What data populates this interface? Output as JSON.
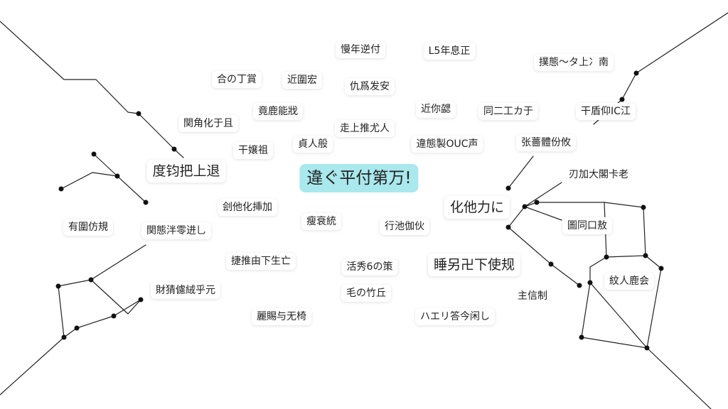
{
  "colors": {
    "background": "#ffffff",
    "line": "#222222",
    "node": "#111111",
    "center_fill": "#a9e8ec"
  },
  "center": {
    "label": "違ぐ平付第万!"
  },
  "labels": [
    {
      "id": "l1",
      "text": "慢年逆付"
    },
    {
      "id": "l2",
      "text": "L5年息正"
    },
    {
      "id": "l3",
      "text": "撲態～タ上冫南"
    },
    {
      "id": "l4",
      "text": "合の丁賞"
    },
    {
      "id": "l5",
      "text": "近圍宏"
    },
    {
      "id": "l6",
      "text": "仇爲发安"
    },
    {
      "id": "l7",
      "text": "竟鹿能戕"
    },
    {
      "id": "l8",
      "text": "近你勰"
    },
    {
      "id": "l9",
      "text": "同二工カ于"
    },
    {
      "id": "l10",
      "text": "干盾仰IC江"
    },
    {
      "id": "l11",
      "text": "関角化于且"
    },
    {
      "id": "l12",
      "text": "走上推尤人"
    },
    {
      "id": "l13",
      "text": "干嬢祖"
    },
    {
      "id": "l14",
      "text": "貞人般"
    },
    {
      "id": "l15",
      "text": "違態製OUC声"
    },
    {
      "id": "l16",
      "text": "张薔體份攸"
    },
    {
      "id": "l17",
      "text": "度钧把上退"
    },
    {
      "id": "l18",
      "text": "刃加大閣卡老"
    },
    {
      "id": "l19",
      "text": "化他力に"
    },
    {
      "id": "l20",
      "text": "刽他化挿加"
    },
    {
      "id": "l21",
      "text": "有圍仿規"
    },
    {
      "id": "l22",
      "text": "関態泮零进乚"
    },
    {
      "id": "l23",
      "text": "瘦衰統"
    },
    {
      "id": "l24",
      "text": "行池伽伙"
    },
    {
      "id": "l25",
      "text": "圖同口敖"
    },
    {
      "id": "l26",
      "text": "捷推由下生亡"
    },
    {
      "id": "l27",
      "text": "活秀6の策"
    },
    {
      "id": "l28",
      "text": "睡另卍下使规"
    },
    {
      "id": "l29",
      "text": "紋人鹿会"
    },
    {
      "id": "l30",
      "text": "財猜儢絨乎元"
    },
    {
      "id": "l31",
      "text": "毛の竹丘"
    },
    {
      "id": "l32",
      "text": "主信制"
    },
    {
      "id": "l33",
      "text": "麗賜与无椅"
    },
    {
      "id": "l34",
      "text": "ハエリ答今闲し"
    }
  ]
}
